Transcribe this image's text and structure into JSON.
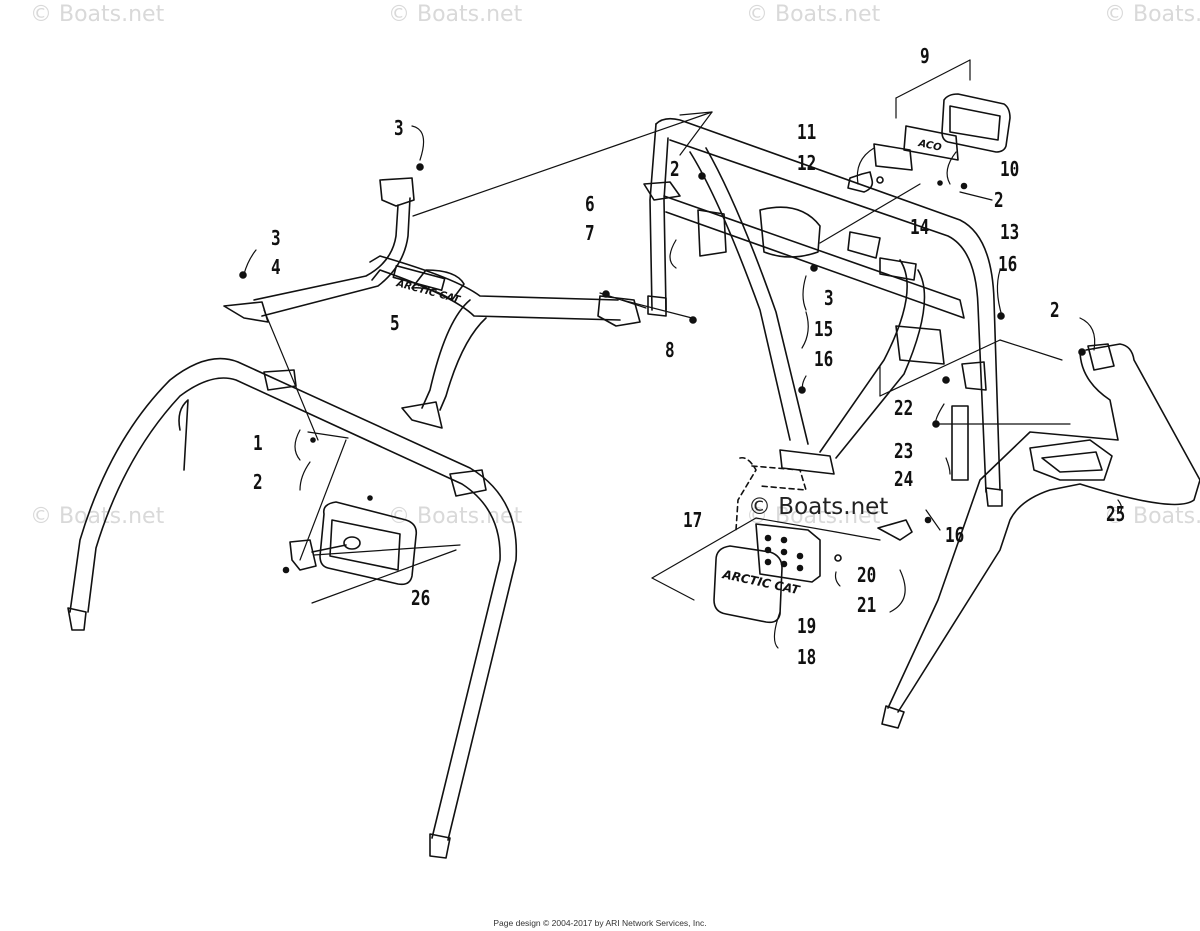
{
  "watermarks": [
    "© Boats.net",
    "© Boats.net",
    "© Boats.net",
    "© Boats.net",
    "© Boats.net",
    "© Boats.net",
    "© Boats.net",
    "© Boats.net",
    "© Boats.net"
  ],
  "decals": {
    "bar_decal": "ARCTIC CAT",
    "plate_decal": "ARCTIC CAT",
    "light_decal": "ACO"
  },
  "callouts": {
    "c1": "1",
    "c2a": "2",
    "c2b": "2",
    "c2c": "2",
    "c2d": "2",
    "c3a": "3",
    "c3b": "3",
    "c3c": "3",
    "c4": "4",
    "c5": "5",
    "c6": "6",
    "c7": "7",
    "c8": "8",
    "c9": "9",
    "c10": "10",
    "c11": "11",
    "c12": "12",
    "c13": "13",
    "c14": "14",
    "c15": "15",
    "c16a": "16",
    "c16b": "16",
    "c16c": "16",
    "c17": "17",
    "c18": "18",
    "c19": "19",
    "c20": "20",
    "c21": "21",
    "c22": "22",
    "c23": "23",
    "c24": "24",
    "c25": "25",
    "c26": "26"
  },
  "footer": "Page design © 2004-2017 by ARI Network Services, Inc."
}
